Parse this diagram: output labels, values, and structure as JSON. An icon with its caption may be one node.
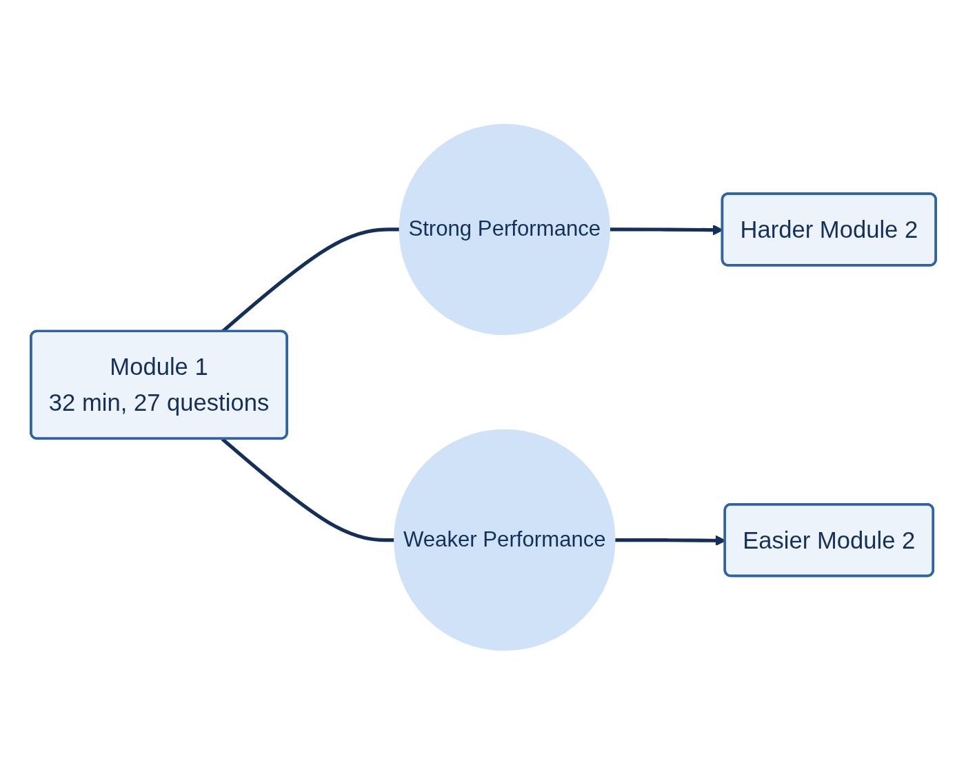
{
  "diagram": {
    "nodes": [
      {
        "text": [
          "Module 1",
          "32 min, 27 questions"
        ]
      },
      {
        "text": [
          "Strong Performance"
        ]
      },
      {
        "text": [
          "Harder Module 2"
        ]
      },
      {
        "text": [
          "Weaker Performance"
        ]
      },
      {
        "text": [
          "Easier Module 2"
        ]
      }
    ],
    "edges": [
      {
        "from": 0,
        "to": 1,
        "arrow": "none"
      },
      {
        "from": 0,
        "to": 3,
        "arrow": "none"
      },
      {
        "from": 1,
        "to": 2,
        "arrow": "to"
      },
      {
        "from": 3,
        "to": 4,
        "arrow": "to"
      }
    ]
  }
}
